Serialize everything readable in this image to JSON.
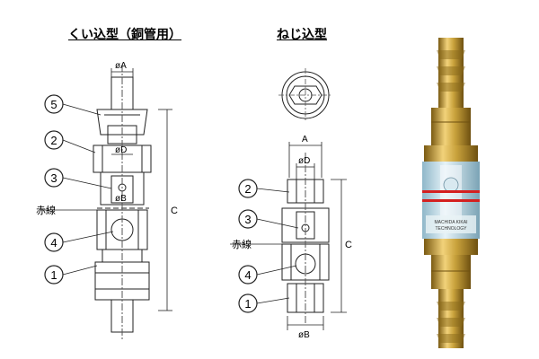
{
  "left_drawing": {
    "title": "くい込型（銅管用）",
    "dim_top": "øA",
    "dim_d": "øD",
    "dim_b": "øB",
    "dim_c": "C",
    "red_line_label": "赤線",
    "callouts": [
      "5",
      "2",
      "3",
      "4",
      "1"
    ]
  },
  "center_drawing": {
    "title": "ねじ込型",
    "dim_a": "A",
    "dim_d": "øD",
    "dim_b": "øB",
    "dim_c": "C",
    "red_line_label": "赤線",
    "callouts": [
      "2",
      "3",
      "4",
      "1"
    ]
  },
  "photo": {
    "label_text_line1": "MACHIDA KIKAI",
    "label_text_line2": "TECHNOLOGY"
  },
  "colors": {
    "line": "#222222",
    "brass": "#c9a23c",
    "brass_dark": "#8a6a1a",
    "glass": "#bcd8e6",
    "red_mark": "#d42020"
  }
}
